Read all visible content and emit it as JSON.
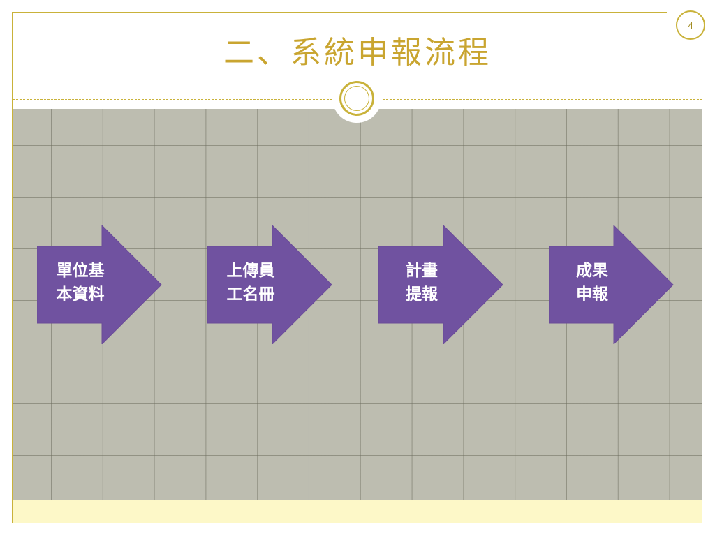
{
  "slide": {
    "title": "二、系統申報流程",
    "page_number": "4"
  },
  "colors": {
    "accent_gold": "#c9b23a",
    "arrow_fill": "#7052a0",
    "content_background": "#bdbdb0",
    "footer_band": "#fdf8c8"
  },
  "flow": {
    "steps": [
      {
        "line1": "單位基",
        "line2": "本資料"
      },
      {
        "line1": "上傳員",
        "line2": "工名冊"
      },
      {
        "line1": "計畫",
        "line2": "提報"
      },
      {
        "line1": "成果",
        "line2": "申報"
      }
    ]
  }
}
